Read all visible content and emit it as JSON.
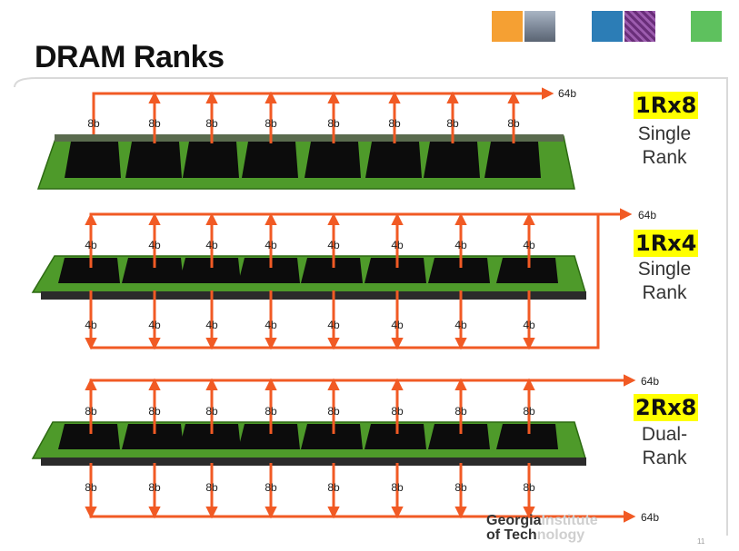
{
  "slide": {
    "title": "DRAM Ranks",
    "page_number": "11"
  },
  "header_tiles": [
    {
      "name": "orange-tile",
      "color": "#F5A033"
    },
    {
      "name": "campus-photo-tile",
      "color": "#8A96A6"
    },
    {
      "name": "blue-tile",
      "color": "#2C7DB6"
    },
    {
      "name": "circuit-tile",
      "color": "#6A2E7A"
    },
    {
      "name": "green-tile",
      "color": "#5EC15E"
    }
  ],
  "colors": {
    "arrow": "#F15A24",
    "pcb": "#4E9A2A",
    "pcb_dark": "#2D6A12",
    "chip": "#0C0C0C",
    "highlight": "#FFFF00",
    "frame": "#D9D9D9"
  },
  "modules": [
    {
      "id": "1rx8",
      "tag": "1Rx8",
      "desc_line1": "Single",
      "desc_line2": "Rank",
      "top_label": "8b",
      "bottom_label": "",
      "top_bus_label": "64b",
      "bottom_bus_label": "",
      "chips": 8,
      "ranks": 1
    },
    {
      "id": "1rx4",
      "tag": "1Rx4",
      "desc_line1": "Single",
      "desc_line2": "Rank",
      "top_label": "4b",
      "bottom_label": "4b",
      "top_bus_label": "64b",
      "bottom_bus_label": "",
      "chips": 8,
      "ranks": 1
    },
    {
      "id": "2rx8",
      "tag": "2Rx8",
      "desc_line1": "Dual-",
      "desc_line2": "Rank",
      "top_label": "8b",
      "bottom_label": "8b",
      "top_bus_label": "64b",
      "bottom_bus_label": "64b",
      "chips": 8,
      "ranks": 2
    }
  ],
  "footer": {
    "logo_line1_dark": "Georgia",
    "logo_line1_light": "Institute",
    "logo_line2_dark": "of Tech",
    "logo_line2_light": "nology"
  }
}
